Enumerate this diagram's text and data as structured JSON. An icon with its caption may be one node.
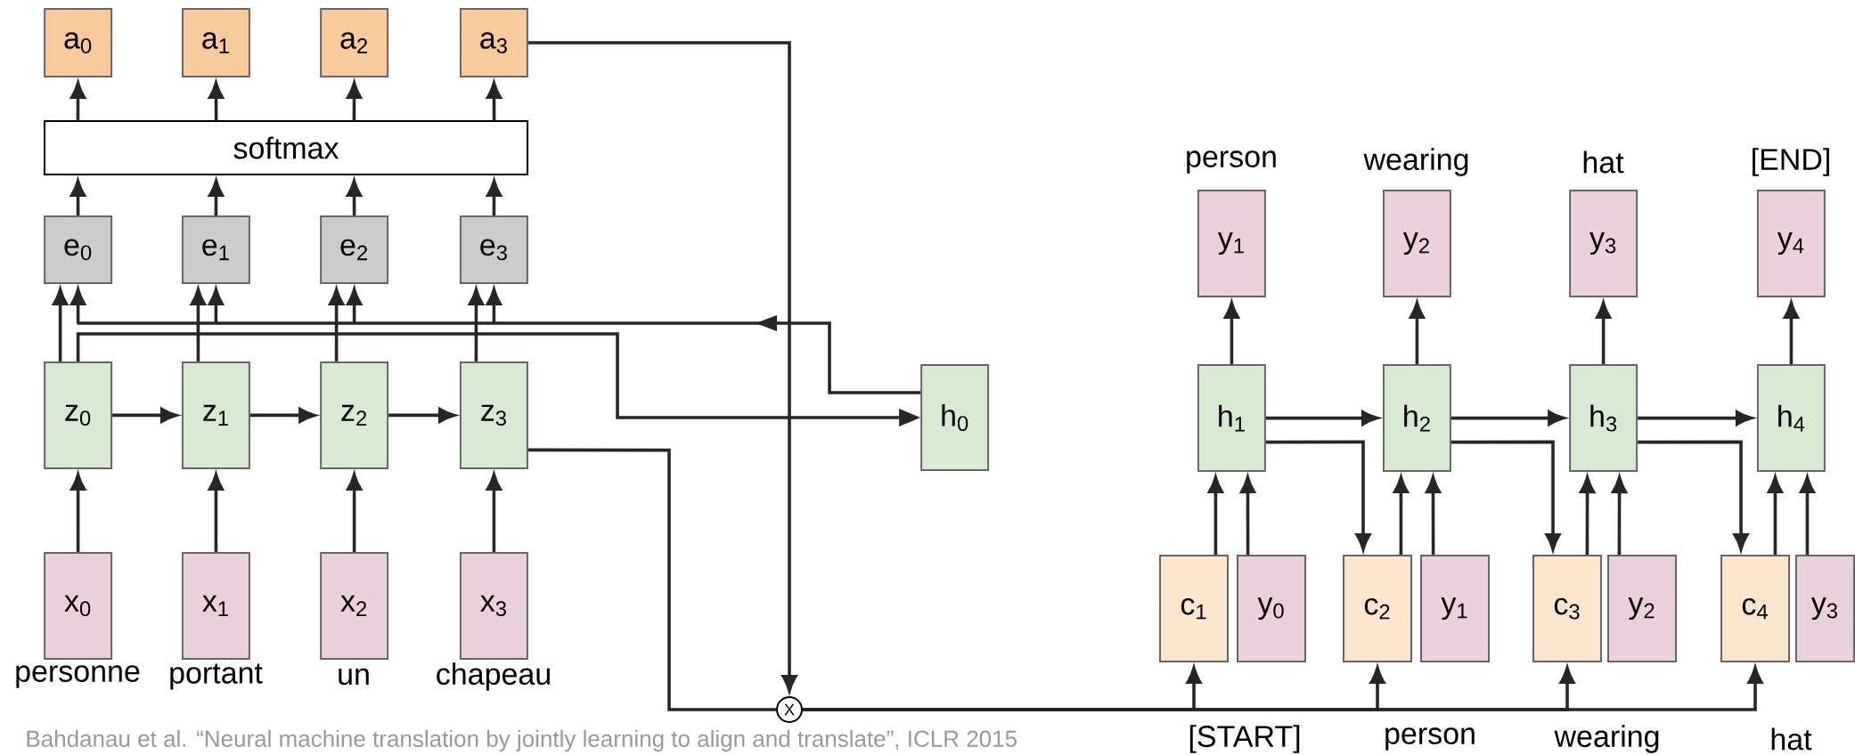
{
  "diagram": {
    "caption": "Bahdanau et al. “Neural machine translation by jointly learning to align and translate”, ICLR 2015",
    "nodes": [
      {
        "text": [
          "a$_{0}$"
        ]
      },
      {
        "text": [
          "a$_{1}$"
        ]
      },
      {
        "text": [
          "a$_{2}$"
        ]
      },
      {
        "text": [
          "a$_{3}$"
        ]
      },
      {
        "text": [
          "softmax"
        ]
      },
      {
        "text": [
          "e$_{0}$"
        ]
      },
      {
        "text": [
          "e$_{1}$"
        ]
      },
      {
        "text": [
          "e$_{2}$"
        ]
      },
      {
        "text": [
          "e$_{3}$"
        ]
      },
      {
        "text": [
          "z$_{0}$"
        ]
      },
      {
        "text": [
          "z$_{1}$"
        ]
      },
      {
        "text": [
          "z$_{2}$"
        ]
      },
      {
        "text": [
          "z$_{3}$"
        ]
      },
      {
        "text": [
          "x$_{0}$"
        ],
        "beside": [
          "personne"
        ]
      },
      {
        "text": [
          "x$_{1}$"
        ],
        "beside": [
          "portant"
        ]
      },
      {
        "text": [
          "x$_{2}$"
        ],
        "beside": [
          "un"
        ]
      },
      {
        "text": [
          "x$_{3}$"
        ],
        "beside": [
          "chapeau"
        ]
      },
      {
        "text": [
          "X"
        ]
      },
      {
        "text": [
          "h$_{0}$"
        ]
      },
      {
        "text": [
          "y$_{1}$"
        ],
        "beside": [
          "person"
        ]
      },
      {
        "text": [
          "y$_{2}$"
        ],
        "beside": [
          "wearing"
        ]
      },
      {
        "text": [
          "y$_{3}$"
        ],
        "beside": [
          "hat"
        ]
      },
      {
        "text": [
          "y$_{4}$"
        ],
        "beside": [
          "[END]"
        ]
      },
      {
        "text": [
          "h$_{1}$"
        ]
      },
      {
        "text": [
          "h$_{2}$"
        ]
      },
      {
        "text": [
          "h$_{3}$"
        ]
      },
      {
        "text": [
          "h$_{4}$"
        ]
      },
      {
        "text": [
          "c$_{1}$"
        ]
      },
      {
        "text": [
          "y$_{0}$"
        ],
        "beside": [
          "[START]"
        ]
      },
      {
        "text": [
          "c$_{2}$"
        ]
      },
      {
        "text": [
          "y$_{1}$"
        ],
        "beside": [
          "person"
        ]
      },
      {
        "text": [
          "c$_{3}$"
        ]
      },
      {
        "text": [
          "y$_{2}$"
        ],
        "beside": [
          "wearing"
        ]
      },
      {
        "text": [
          "c$_{4}$"
        ]
      },
      {
        "text": [
          "y$_{3}$"
        ],
        "beside": [
          "hat"
        ]
      }
    ],
    "edges": [
      {
        "from": 4,
        "to": 0,
        "arrow": "to"
      },
      {
        "from": 4,
        "to": 1,
        "arrow": "to"
      },
      {
        "from": 4,
        "to": 2,
        "arrow": "to"
      },
      {
        "from": 4,
        "to": 3,
        "arrow": "to"
      },
      {
        "from": 5,
        "to": 4,
        "arrow": "to"
      },
      {
        "from": 6,
        "to": 4,
        "arrow": "to"
      },
      {
        "from": 7,
        "to": 4,
        "arrow": "to"
      },
      {
        "from": 8,
        "to": 4,
        "arrow": "to"
      },
      {
        "from": 9,
        "to": 5,
        "arrow": "to"
      },
      {
        "from": 10,
        "to": 6,
        "arrow": "to"
      },
      {
        "from": 11,
        "to": 7,
        "arrow": "to"
      },
      {
        "from": 12,
        "to": 8,
        "arrow": "to"
      },
      {
        "from": 9,
        "to": 10,
        "arrow": "to"
      },
      {
        "from": 10,
        "to": 11,
        "arrow": "to"
      },
      {
        "from": 11,
        "to": 12,
        "arrow": "to"
      },
      {
        "from": 13,
        "to": 9,
        "arrow": "to"
      },
      {
        "from": 14,
        "to": 10,
        "arrow": "to"
      },
      {
        "from": 15,
        "to": 11,
        "arrow": "to"
      },
      {
        "from": 16,
        "to": 12,
        "arrow": "to"
      },
      {
        "from": 18,
        "to": 5,
        "arrow": "to"
      },
      {
        "from": 18,
        "to": 6,
        "arrow": "to"
      },
      {
        "from": 18,
        "to": 7,
        "arrow": "to"
      },
      {
        "from": 18,
        "to": 8,
        "arrow": "to"
      },
      {
        "from": 9,
        "to": 18,
        "arrow": "to"
      },
      {
        "from": 3,
        "to": 17,
        "arrow": "to"
      },
      {
        "from": 12,
        "to": 17,
        "arrow": "none"
      },
      {
        "from": 17,
        "to": 27,
        "arrow": "to"
      },
      {
        "from": 17,
        "to": 29,
        "arrow": "to"
      },
      {
        "from": 17,
        "to": 31,
        "arrow": "to"
      },
      {
        "from": 17,
        "to": 33,
        "arrow": "to"
      },
      {
        "from": 23,
        "to": 19,
        "arrow": "to"
      },
      {
        "from": 24,
        "to": 20,
        "arrow": "to"
      },
      {
        "from": 25,
        "to": 21,
        "arrow": "to"
      },
      {
        "from": 26,
        "to": 22,
        "arrow": "to"
      },
      {
        "from": 23,
        "to": 24,
        "arrow": "to"
      },
      {
        "from": 24,
        "to": 25,
        "arrow": "to"
      },
      {
        "from": 25,
        "to": 26,
        "arrow": "to"
      },
      {
        "from": 23,
        "to": 29,
        "arrow": "to"
      },
      {
        "from": 24,
        "to": 31,
        "arrow": "to"
      },
      {
        "from": 25,
        "to": 33,
        "arrow": "to"
      },
      {
        "from": 27,
        "to": 23,
        "arrow": "to"
      },
      {
        "from": 28,
        "to": 23,
        "arrow": "to"
      },
      {
        "from": 29,
        "to": 24,
        "arrow": "to"
      },
      {
        "from": 30,
        "to": 24,
        "arrow": "to"
      },
      {
        "from": 31,
        "to": 25,
        "arrow": "to"
      },
      {
        "from": 32,
        "to": 25,
        "arrow": "to"
      },
      {
        "from": 33,
        "to": 26,
        "arrow": "to"
      },
      {
        "from": 34,
        "to": 26,
        "arrow": "to"
      }
    ]
  }
}
